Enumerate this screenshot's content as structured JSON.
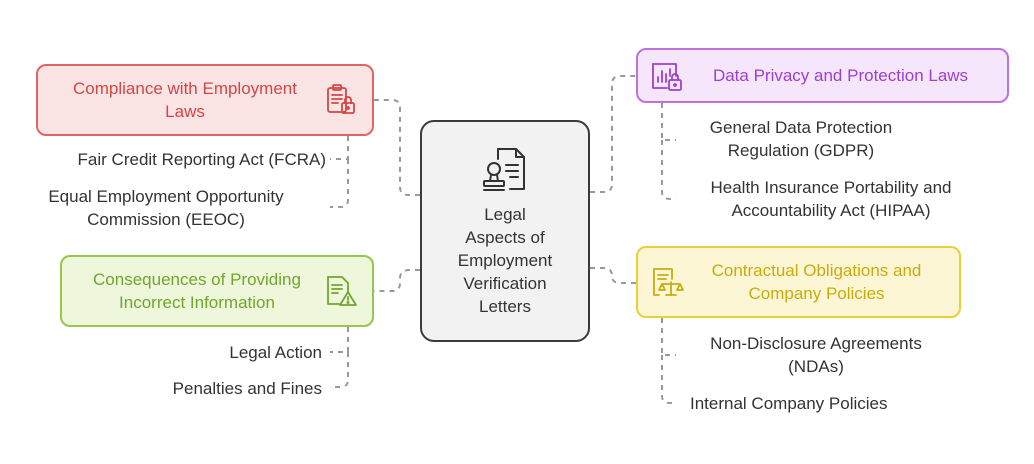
{
  "center": {
    "label": "Legal\nAspects of\nEmployment\nVerification\nLetters",
    "icon": "document-with-user-stamp-icon"
  },
  "branches": {
    "compliance": {
      "label": "Compliance with Employment\nLaws",
      "icon": "clipboard-lock-icon",
      "color": "#e06666",
      "items": [
        "Fair Credit Reporting Act (FCRA)",
        "Equal Employment Opportunity\nCommission (EEOC)"
      ]
    },
    "consequences": {
      "label": "Consequences of Providing\nIncorrect Information",
      "icon": "document-warning-icon",
      "color": "#96c64a",
      "items": [
        "Legal Action",
        "Penalties and Fines"
      ]
    },
    "privacy": {
      "label": "Data Privacy and Protection Laws",
      "icon": "chart-lock-icon",
      "color": "#c071e0",
      "items": [
        "General Data Protection\nRegulation (GDPR)",
        "Health Insurance Portability and\nAccountability Act (HIPAA)"
      ]
    },
    "contractual": {
      "label": "Contractual Obligations and\nCompany Policies",
      "icon": "contract-scales-icon",
      "color": "#e9cf3c",
      "items": [
        "Non-Disclosure Agreements\n(NDAs)",
        "Internal Company Policies"
      ]
    }
  },
  "connector_color": "#999999"
}
